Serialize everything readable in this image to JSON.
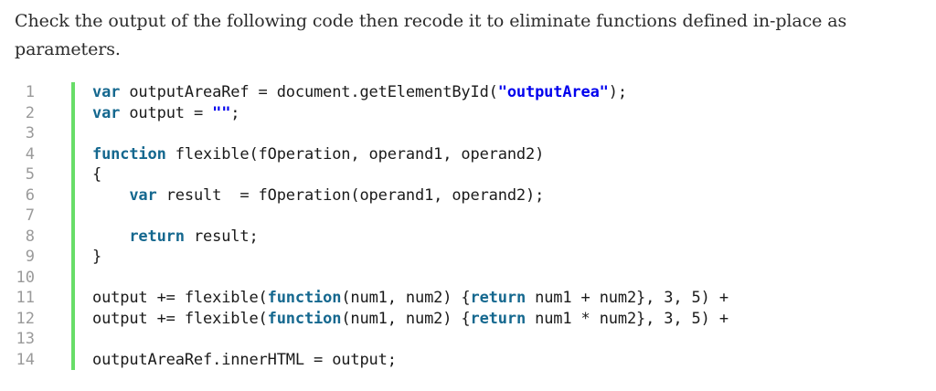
{
  "prompt": {
    "text": "Check the output of the following code then recode it to eliminate functions defined in-place as parameters."
  },
  "colors": {
    "keyword": "#15688f",
    "string": "#0000ee",
    "plain": "#1a1a1a",
    "line_number": "#9a9a9a",
    "gutter_bar": "#68dd68",
    "background": "#ffffff",
    "prompt_text": "#2b2b2b"
  },
  "code_block": {
    "language": "javascript",
    "first_line_number": 1,
    "total_lines": 14,
    "lines": [
      {
        "number": "1",
        "text": "var outputAreaRef = document.getElementById(\"outputArea\");",
        "tokens": [
          {
            "t": "var",
            "c": "kw"
          },
          {
            "t": " outputAreaRef = document.getElementById(",
            "c": "plain"
          },
          {
            "t": "\"outputArea\"",
            "c": "str"
          },
          {
            "t": ");",
            "c": "plain"
          }
        ]
      },
      {
        "number": "2",
        "text": "var output = \"\";",
        "tokens": [
          {
            "t": "var",
            "c": "kw"
          },
          {
            "t": " output = ",
            "c": "plain"
          },
          {
            "t": "\"\"",
            "c": "str"
          },
          {
            "t": ";",
            "c": "plain"
          }
        ]
      },
      {
        "number": "3",
        "text": "",
        "tokens": []
      },
      {
        "number": "4",
        "text": "function flexible(fOperation, operand1, operand2)",
        "tokens": [
          {
            "t": "function",
            "c": "kw"
          },
          {
            "t": " flexible(fOperation, operand1, operand2)",
            "c": "plain"
          }
        ]
      },
      {
        "number": "5",
        "text": "{",
        "tokens": [
          {
            "t": "{",
            "c": "plain"
          }
        ]
      },
      {
        "number": "6",
        "text": "    var result  = fOperation(operand1, operand2);",
        "tokens": [
          {
            "t": "    ",
            "c": "plain"
          },
          {
            "t": "var",
            "c": "kw"
          },
          {
            "t": " result  = fOperation(operand1, operand2);",
            "c": "plain"
          }
        ]
      },
      {
        "number": "7",
        "text": "",
        "tokens": []
      },
      {
        "number": "8",
        "text": "    return result;",
        "tokens": [
          {
            "t": "    ",
            "c": "plain"
          },
          {
            "t": "return",
            "c": "kw"
          },
          {
            "t": " result;",
            "c": "plain"
          }
        ]
      },
      {
        "number": "9",
        "text": "}",
        "tokens": [
          {
            "t": "}",
            "c": "plain"
          }
        ]
      },
      {
        "number": "10",
        "text": "",
        "tokens": []
      },
      {
        "number": "11",
        "text": "output += flexible(function(num1, num2) {return num1 + num2}, 3, 5) +",
        "tokens": [
          {
            "t": "output += flexible(",
            "c": "plain"
          },
          {
            "t": "function",
            "c": "kw"
          },
          {
            "t": "(num1, num2) {",
            "c": "plain"
          },
          {
            "t": "return",
            "c": "kw"
          },
          {
            "t": " num1 + num2}, 3, 5) +",
            "c": "plain"
          }
        ]
      },
      {
        "number": "12",
        "text": "output += flexible(function(num1, num2) {return num1 * num2}, 3, 5) +",
        "tokens": [
          {
            "t": "output += flexible(",
            "c": "plain"
          },
          {
            "t": "function",
            "c": "kw"
          },
          {
            "t": "(num1, num2) {",
            "c": "plain"
          },
          {
            "t": "return",
            "c": "kw"
          },
          {
            "t": " num1 * num2}, 3, 5) +",
            "c": "plain"
          }
        ]
      },
      {
        "number": "13",
        "text": "",
        "tokens": []
      },
      {
        "number": "14",
        "text": "outputAreaRef.innerHTML = output;",
        "tokens": [
          {
            "t": "outputAreaRef.innerHTML = output;",
            "c": "plain"
          }
        ]
      }
    ]
  }
}
